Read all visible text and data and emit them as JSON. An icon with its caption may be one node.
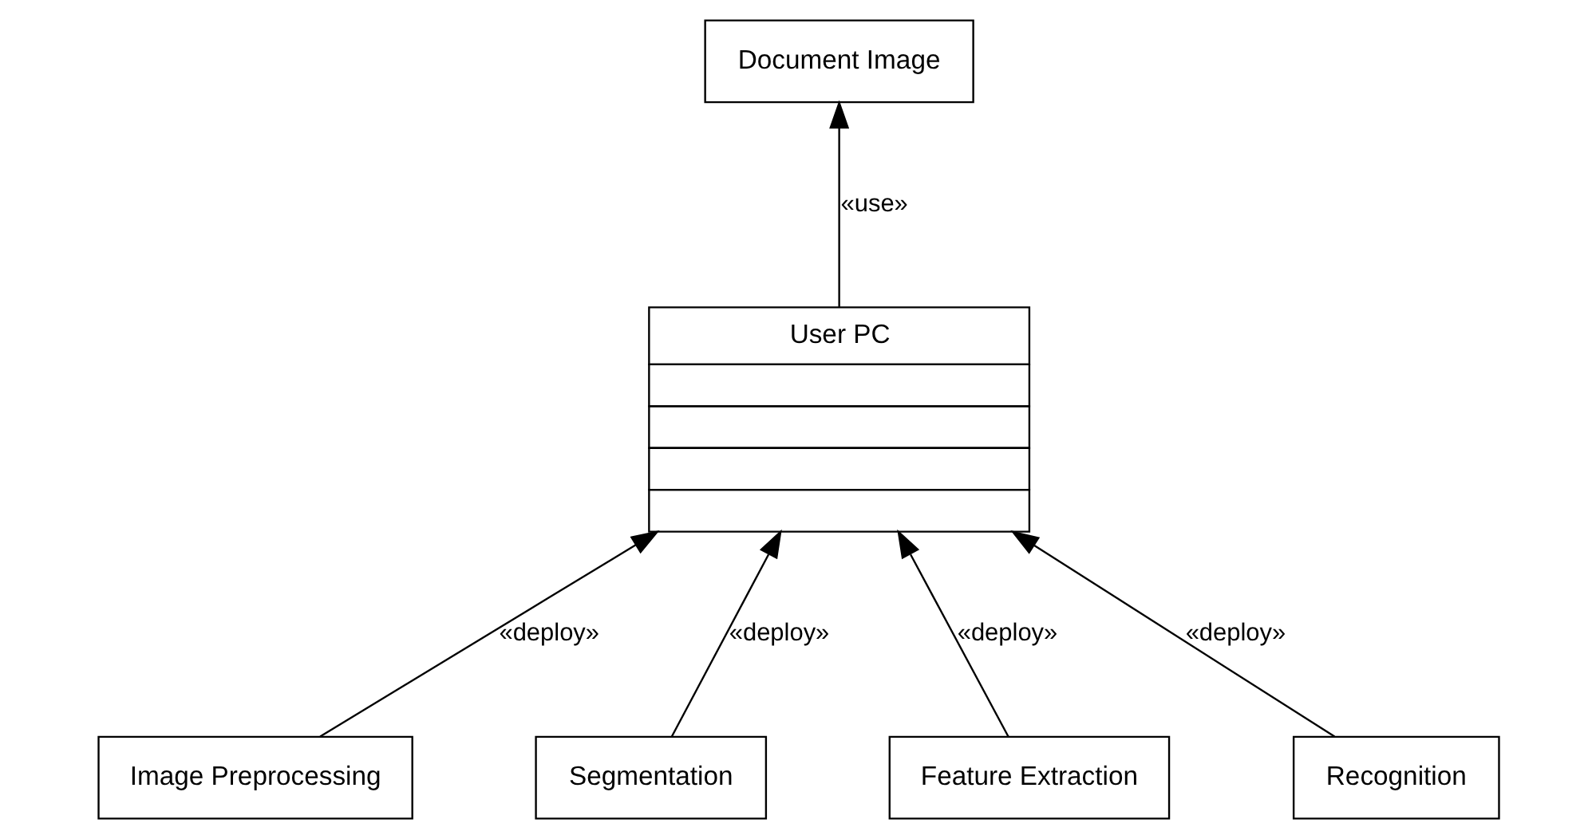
{
  "diagram": {
    "nodes": [
      {
        "text": [
          "Document Image"
        ]
      },
      {
        "text": [
          "User PC"
        ]
      },
      {
        "text": [
          "Image Preprocessing"
        ]
      },
      {
        "text": [
          "Segmentation"
        ]
      },
      {
        "text": [
          "Feature Extraction"
        ]
      },
      {
        "text": [
          "Recognition"
        ]
      }
    ],
    "edges": [
      {
        "from": 1,
        "to": 0,
        "arrow": "to",
        "label": "«use»"
      },
      {
        "from": 2,
        "to": 1,
        "arrow": "to",
        "label": "«deploy»"
      },
      {
        "from": 3,
        "to": 1,
        "arrow": "to",
        "label": "«deploy»"
      },
      {
        "from": 4,
        "to": 1,
        "arrow": "to",
        "label": "«deploy»"
      },
      {
        "from": 5,
        "to": 1,
        "arrow": "to",
        "label": "«deploy»"
      }
    ]
  }
}
